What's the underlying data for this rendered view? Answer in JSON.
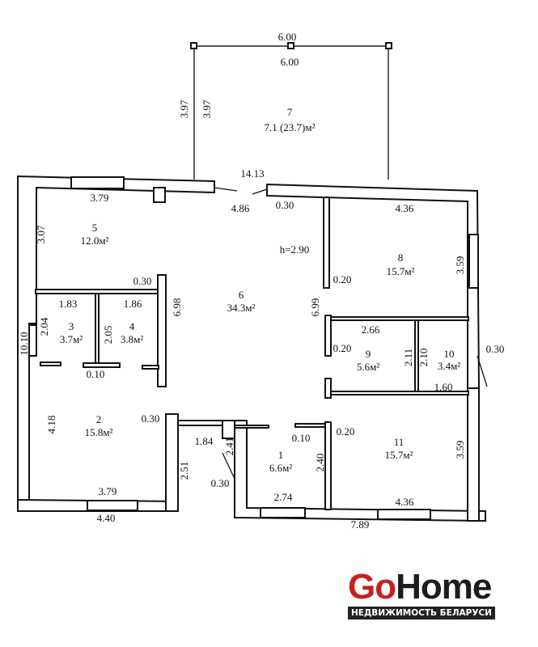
{
  "rooms": [
    {
      "num": "1",
      "area": "6.6м²"
    },
    {
      "num": "2",
      "area": "15.8м²"
    },
    {
      "num": "3",
      "area": "3.7м²"
    },
    {
      "num": "4",
      "area": "3.8м²"
    },
    {
      "num": "5",
      "area": "12.0м²"
    },
    {
      "num": "6",
      "area": "34.3м²"
    },
    {
      "num": "7",
      "area": "7.1 (23.7)м²"
    },
    {
      "num": "8",
      "area": "15.7м²"
    },
    {
      "num": "9",
      "area": "5.6м²"
    },
    {
      "num": "10",
      "area": "3.4м²"
    },
    {
      "num": "11",
      "area": "15.7м²"
    }
  ],
  "dims": {
    "terrace_outer": "6.00",
    "terrace_inner": "6.00",
    "terrace_h_outer": "3.97",
    "terrace_h_inner": "3.97",
    "front": "14.13",
    "opening": "4.86",
    "r5_w": "3.79",
    "r5_h": "3.07",
    "left_total": "10.10",
    "wall_030_a": "0.30",
    "r6_h": "6.98",
    "r3_w": "1.83",
    "r4_w": "1.86",
    "r3_h": "2.04",
    "r4_h": "2.05",
    "wall_010_a": "0.10",
    "r2_h": "4.18",
    "r2_w": "3.79",
    "r2_outer": "4.40",
    "wall_030_b": "0.30",
    "hall_w": "1.84",
    "step_h": "2.51",
    "wall_030_c": "0.30",
    "r1_h_left": "2.41",
    "r1_h_right": "2.40",
    "r1_w": "2.74",
    "wall_010_b": "0.10",
    "bottom_total": "7.89",
    "wall_020_c": "0.20",
    "r11_w": "4.36",
    "r11_h": "3.59",
    "wall_030_d": "0.30",
    "r8_w": "4.36",
    "height": "h=2.90",
    "wall_020_a": "0.20",
    "r8_h": "3.59",
    "corr_h": "6.99",
    "r9_w": "2.66",
    "wall_020_b": "0.20",
    "r9_h": "2.11",
    "r10_h": "2.10",
    "wall_030_e": "0.30",
    "r10_w": "1.60"
  },
  "logo": {
    "go": "Go",
    "home": "Home",
    "tagline": "НЕДВИЖИМОСТЬ БЕЛАРУСИ",
    "colors": {
      "red": "#c8201f",
      "dark": "#1c1c1c"
    }
  }
}
